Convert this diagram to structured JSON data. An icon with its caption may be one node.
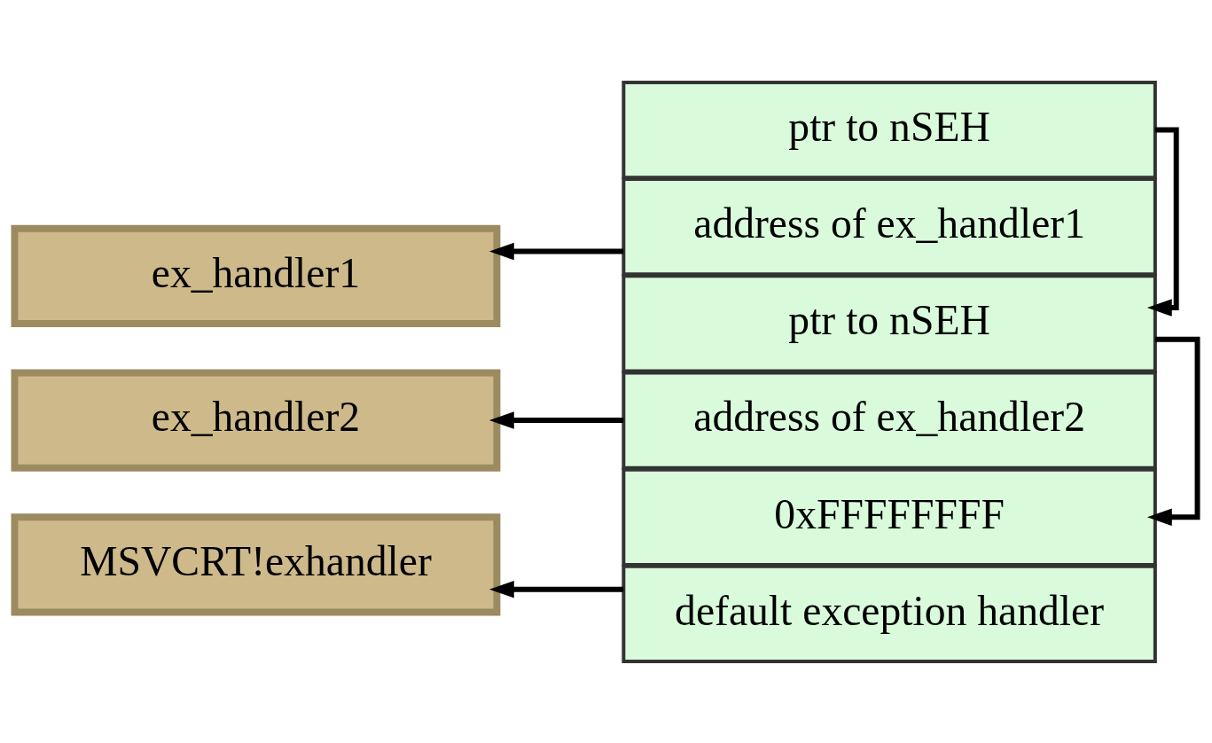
{
  "diagram": {
    "nodes": [
      {
        "text": [
          "ptr to nSEH"
        ]
      },
      {
        "text": [
          "ex_handler1"
        ]
      },
      {
        "text": [
          "address of ex_handler1"
        ]
      },
      {
        "text": [
          "ptr to nSEH"
        ]
      },
      {
        "text": [
          "ex_handler2"
        ]
      },
      {
        "text": [
          "address of ex_handler2"
        ]
      },
      {
        "text": [
          "0xFFFFFFFF"
        ]
      },
      {
        "text": [
          "MSVCRT!exhandler"
        ]
      },
      {
        "text": [
          "default exception handler"
        ]
      }
    ],
    "edges": [
      {
        "from": 0,
        "to": 3,
        "arrow": "to"
      },
      {
        "from": 2,
        "to": 1,
        "arrow": "to"
      },
      {
        "from": 3,
        "to": 6,
        "arrow": "to"
      },
      {
        "from": 5,
        "to": 4,
        "arrow": "to"
      },
      {
        "from": 8,
        "to": 7,
        "arrow": "to"
      }
    ]
  }
}
